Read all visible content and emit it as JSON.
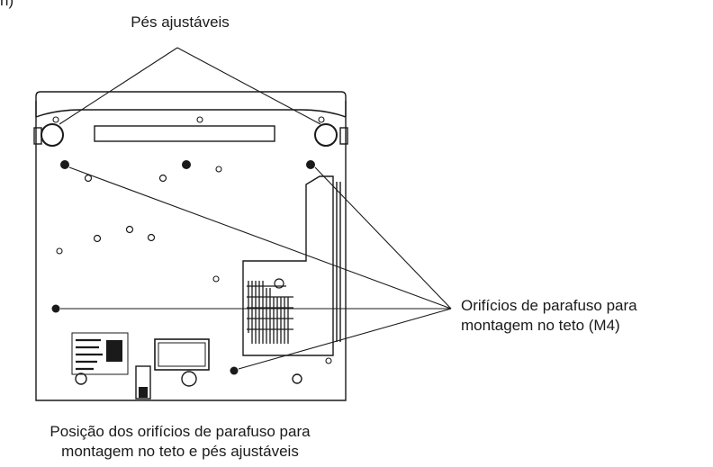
{
  "labels": {
    "corner_fragment": "n)",
    "adjustable_feet": "Pés ajustáveis",
    "screw_holes_line1": "Orifícios de parafuso para",
    "screw_holes_line2": "montagem no teto (M4)",
    "caption_line1": "Posição dos orifícios de parafuso para",
    "caption_line2": "montagem no teto e pés ajustáveis"
  },
  "colors": {
    "line": "#1a1a1a",
    "fill": "#ffffff"
  }
}
